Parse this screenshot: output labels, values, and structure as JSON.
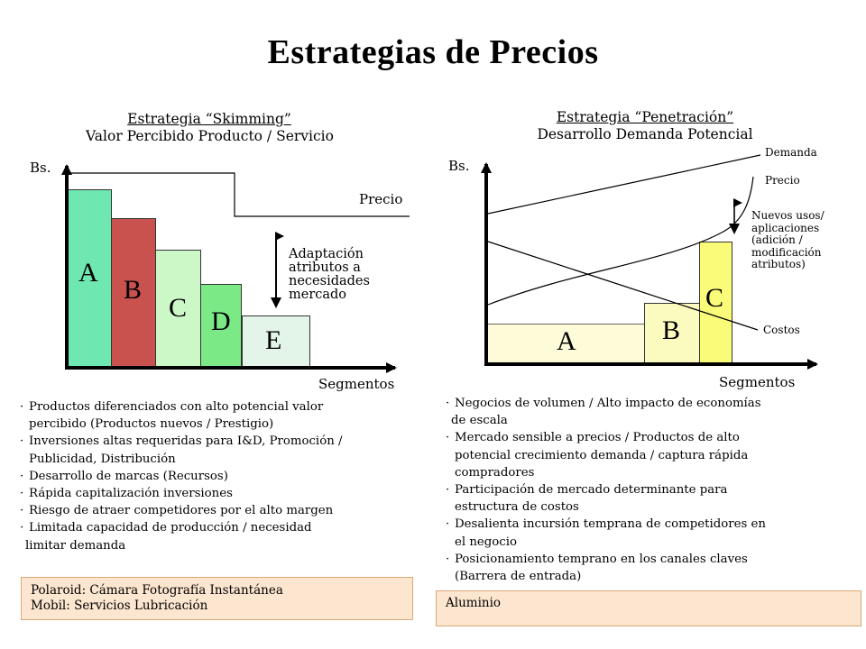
{
  "title": "Estrategias de Precios",
  "left": {
    "heading": "Estrategia “Skimming”",
    "subheading": "Valor Percibido Producto / Servicio",
    "y_label": "Bs.",
    "x_label": "Segmentos",
    "price_label": "Precio",
    "annotation": [
      "Adaptación",
      "atributos a",
      "necesidades",
      "mercado"
    ],
    "bars": [
      {
        "letter": "A",
        "color": "#6ee8b0"
      },
      {
        "letter": "B",
        "color": "#c9524f"
      },
      {
        "letter": "C",
        "color": "#ccf8c8"
      },
      {
        "letter": "D",
        "color": "#7bea86"
      },
      {
        "letter": "E",
        "color": "#e3f5e8"
      }
    ],
    "bullets": [
      [
        "Productos diferenciados con alto potencial valor",
        "percibido (Productos nuevos / Prestigio)"
      ],
      [
        "Inversiones altas requeridas para I&D, Promoción /",
        "Publicidad, Distribución"
      ],
      [
        "Desarrollo de marcas (Recursos)"
      ],
      [
        "Rápida capitalización inversiones"
      ],
      [
        "Riesgo de atraer competidores por el alto margen"
      ],
      [
        "Limitada capacidad de producción / necesidad",
        "limitar demanda"
      ]
    ],
    "example_box": [
      "Polaroid: Cámara Fotografía Instantánea",
      "Mobil: Servicios Lubricación"
    ]
  },
  "right": {
    "heading": "Estrategia “Penetración”",
    "subheading": "Desarrollo Demanda Potencial",
    "y_label": "Bs.",
    "x_label": "Segmentos",
    "demand_label": "Demanda",
    "price_label": "Precio",
    "cost_label": "Costos",
    "annotation": [
      "Nuevos usos/",
      "aplicaciones",
      "(adición /",
      "modificación",
      "atributos)"
    ],
    "bars": [
      {
        "letter": "A",
        "color": "#fdfbd8"
      },
      {
        "letter": "B",
        "color": "#fcfbbf"
      },
      {
        "letter": "C",
        "color": "#fbfb7a"
      }
    ],
    "bullets": [
      [
        "Negocios de volumen / Alto impacto de economías",
        "de escala"
      ],
      [
        "Mercado sensible a precios / Productos de alto",
        "potencial crecimiento demanda / captura rápida",
        "compradores"
      ],
      [
        "Participación de mercado determinante para",
        "estructura de costos"
      ],
      [
        "Desalienta incursión temprana de competidores en",
        "el negocio"
      ],
      [
        "Posicionamiento temprano en los canales claves",
        "(Barrera de entrada)"
      ]
    ],
    "example_box": [
      "Aluminio"
    ]
  },
  "colors": {
    "box_bg": "#fde6d0",
    "box_border": "#d9a979"
  }
}
